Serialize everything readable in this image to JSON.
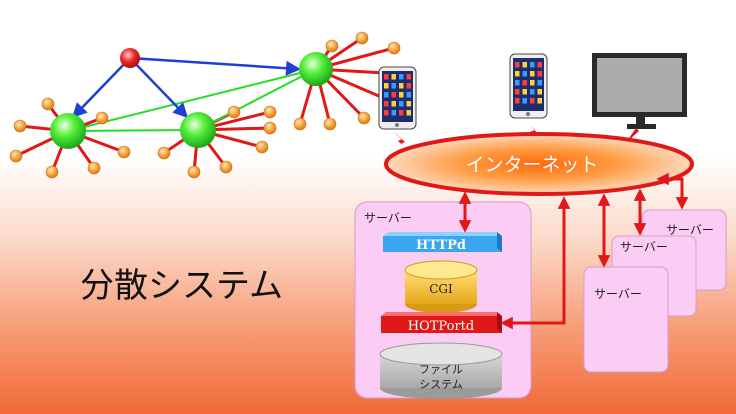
{
  "title": "分散システム",
  "internet_label": "インターネット",
  "main_server": {
    "label": "サーバー",
    "layers": [
      "HTTPd",
      "CGI",
      "HOTPortd"
    ],
    "fs_line1": "ファイル",
    "fs_line2": "システム"
  },
  "other_servers": [
    "サーバー",
    "サーバー",
    "サーバー"
  ],
  "colors": {
    "node_red": "#e8202a",
    "node_green": "#2ee62e",
    "leaf_orange": "#f5a030",
    "edge_blue": "#1f3fd0",
    "edge_green": "#22dd22",
    "edge_red": "#e01818",
    "server_panel": "#fbcdf4",
    "httpd_box": "#39a6ef",
    "cgi_drum": "#f2c12e",
    "hotportd_box": "#e01818",
    "fs_drum": "#bdbdbd"
  }
}
